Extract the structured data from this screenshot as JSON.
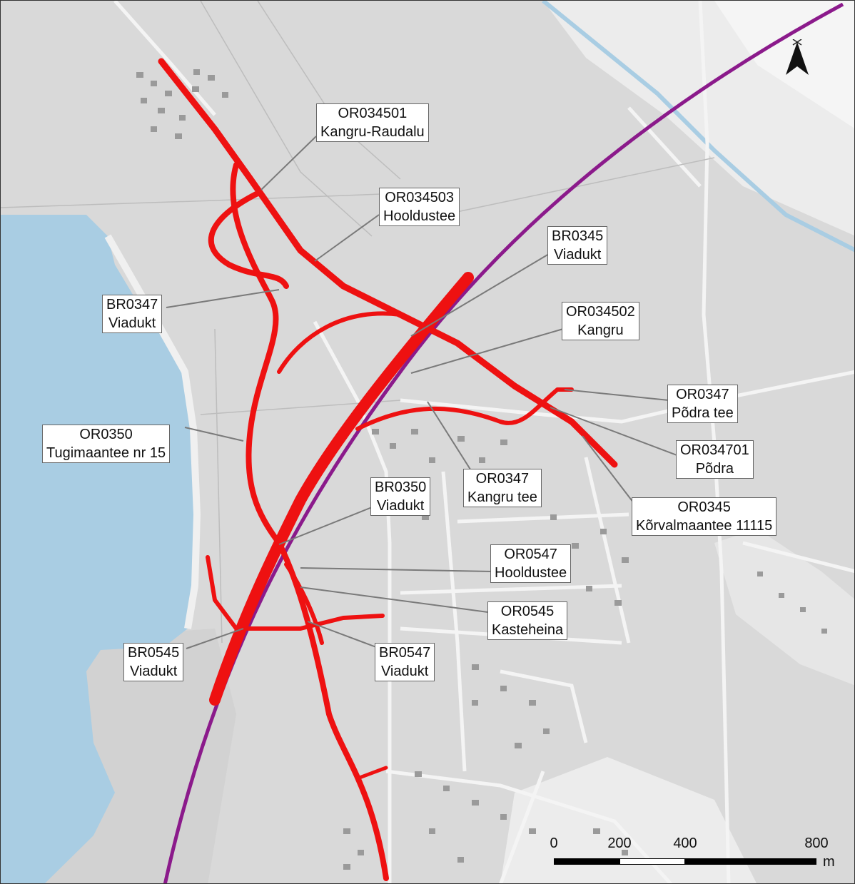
{
  "colors": {
    "land": "#d9d9d9",
    "water": "#a9cde3",
    "field": "#ececec",
    "road": "#f2f2f2",
    "building": "#9a9a9a",
    "project_alignment": "#ee1111",
    "rail": "#8b1a8b",
    "canal": "#a9cde3"
  },
  "icons": {
    "north_arrow": "north-arrow-icon"
  },
  "callouts": [
    {
      "id": "OR034501",
      "line1": "OR034501",
      "line2": "Kangru-Raudalu"
    },
    {
      "id": "OR034503",
      "line1": "OR034503",
      "line2": "Hooldustee"
    },
    {
      "id": "BR0345",
      "line1": "BR0345",
      "line2": "Viadukt"
    },
    {
      "id": "BR0347",
      "line1": "BR0347",
      "line2": "Viadukt"
    },
    {
      "id": "OR034502",
      "line1": "OR034502",
      "line2": "Kangru"
    },
    {
      "id": "OR0347a",
      "line1": "OR0347",
      "line2": "Põdra tee"
    },
    {
      "id": "OR034701",
      "line1": "OR034701",
      "line2": "Põdra"
    },
    {
      "id": "OR0350",
      "line1": "OR0350",
      "line2": "Tugimaantee nr 15"
    },
    {
      "id": "OR0347b",
      "line1": "OR0347",
      "line2": "Kangru tee"
    },
    {
      "id": "BR0350",
      "line1": "BR0350",
      "line2": "Viadukt"
    },
    {
      "id": "OR0345",
      "line1": "OR0345",
      "line2": "Kõrvalmaantee 11115"
    },
    {
      "id": "OR0547",
      "line1": "OR0547",
      "line2": "Hooldustee"
    },
    {
      "id": "OR0545",
      "line1": "OR0545",
      "line2": "Kasteheina"
    },
    {
      "id": "BR0545",
      "line1": "BR0545",
      "line2": "Viadukt"
    },
    {
      "id": "BR0547",
      "line1": "BR0547",
      "line2": "Viadukt"
    }
  ],
  "scale": {
    "ticks": [
      "0",
      "200",
      "400",
      "800"
    ],
    "unit": "m"
  }
}
